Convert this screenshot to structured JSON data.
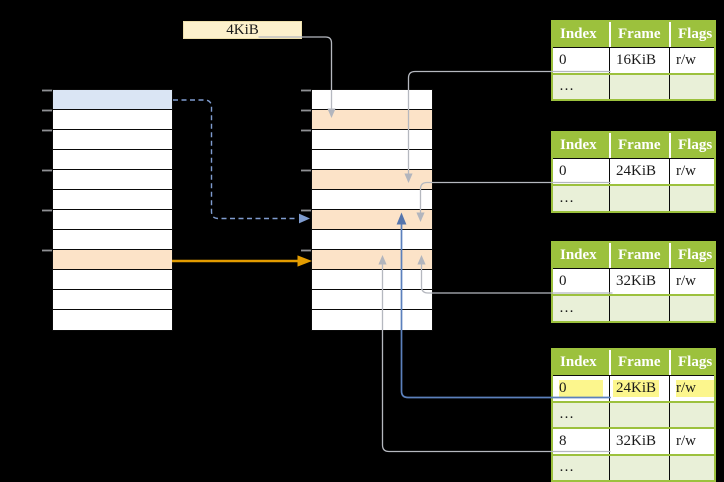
{
  "size_label": "4KiB",
  "colors": {
    "background": "#000000",
    "table_header_green": "#9cc13d",
    "table_alt_row_green": "#e9f0d8",
    "highlight_yellow": "#fcf68d",
    "entry_blue": "#dae5f4",
    "entry_orange": "#fce3c8",
    "label_cream": "#fdf1cc",
    "arrow_gray": "#b5b8bf",
    "arrow_blue_solid": "#5b80bc",
    "arrow_blue_dashed": "#7f9ccf",
    "arrow_orange": "#e39c00"
  },
  "left_page_table": {
    "row_count": 12,
    "highlighted_rows": [
      {
        "index": 0,
        "color_key": "entry_blue"
      },
      {
        "index": 8,
        "color_key": "entry_orange"
      }
    ]
  },
  "middle_page_table": {
    "row_count": 12,
    "highlighted_rows": [
      {
        "index": 1,
        "color_key": "entry_orange"
      },
      {
        "index": 4,
        "color_key": "entry_orange"
      },
      {
        "index": 6,
        "color_key": "entry_orange"
      },
      {
        "index": 8,
        "color_key": "entry_orange"
      }
    ]
  },
  "frame_tables": [
    {
      "headers": [
        "Index",
        "Frame",
        "Flags"
      ],
      "rows": [
        {
          "cells": [
            "0",
            "16KiB",
            "r/w"
          ],
          "alt": false,
          "highlighted": false
        },
        {
          "cells": [
            "…",
            "",
            ""
          ],
          "alt": true,
          "highlighted": false
        }
      ]
    },
    {
      "headers": [
        "Index",
        "Frame",
        "Flags"
      ],
      "rows": [
        {
          "cells": [
            "0",
            "24KiB",
            "r/w"
          ],
          "alt": false,
          "highlighted": false
        },
        {
          "cells": [
            "…",
            "",
            ""
          ],
          "alt": true,
          "highlighted": false
        }
      ]
    },
    {
      "headers": [
        "Index",
        "Frame",
        "Flags"
      ],
      "rows": [
        {
          "cells": [
            "0",
            "32KiB",
            "r/w"
          ],
          "alt": false,
          "highlighted": false
        },
        {
          "cells": [
            "…",
            "",
            ""
          ],
          "alt": true,
          "highlighted": false
        }
      ]
    },
    {
      "headers": [
        "Index",
        "Frame",
        "Flags"
      ],
      "rows": [
        {
          "cells": [
            "0",
            "24KiB",
            "r/w"
          ],
          "alt": false,
          "highlighted": true
        },
        {
          "cells": [
            "…",
            "",
            ""
          ],
          "alt": true,
          "highlighted": false
        },
        {
          "cells": [
            "8",
            "32KiB",
            "r/w"
          ],
          "alt": false,
          "highlighted": false
        },
        {
          "cells": [
            "…",
            "",
            ""
          ],
          "alt": true,
          "highlighted": false
        }
      ]
    }
  ],
  "connections": [
    {
      "from": "4KiB-size-label",
      "to": "middle-table-row-2",
      "style": "gray-solid-down-arrow"
    },
    {
      "from": "left-table-row-1",
      "to": "middle-table-row-7",
      "style": "blue-dashed-arrow"
    },
    {
      "from": "left-table-row-9",
      "to": "middle-table-row-9",
      "style": "orange-solid-arrow"
    },
    {
      "from": "frame-table-1-row-16KiB",
      "to": "middle-table-row-5",
      "style": "gray-solid-down-arrow"
    },
    {
      "from": "frame-table-2-row-24KiB",
      "to": "middle-table-row-7",
      "style": "gray-solid-down-arrow"
    },
    {
      "from": "frame-table-3-row-32KiB",
      "to": "middle-table-row-9",
      "style": "gray-solid-up-arrow"
    },
    {
      "from": "frame-table-4-row-24KiB",
      "to": "middle-table-row-7",
      "style": "blue-solid-up-arrow"
    },
    {
      "from": "frame-table-4-row-32KiB",
      "to": "middle-table-row-9",
      "style": "gray-solid-up-arrow"
    }
  ]
}
